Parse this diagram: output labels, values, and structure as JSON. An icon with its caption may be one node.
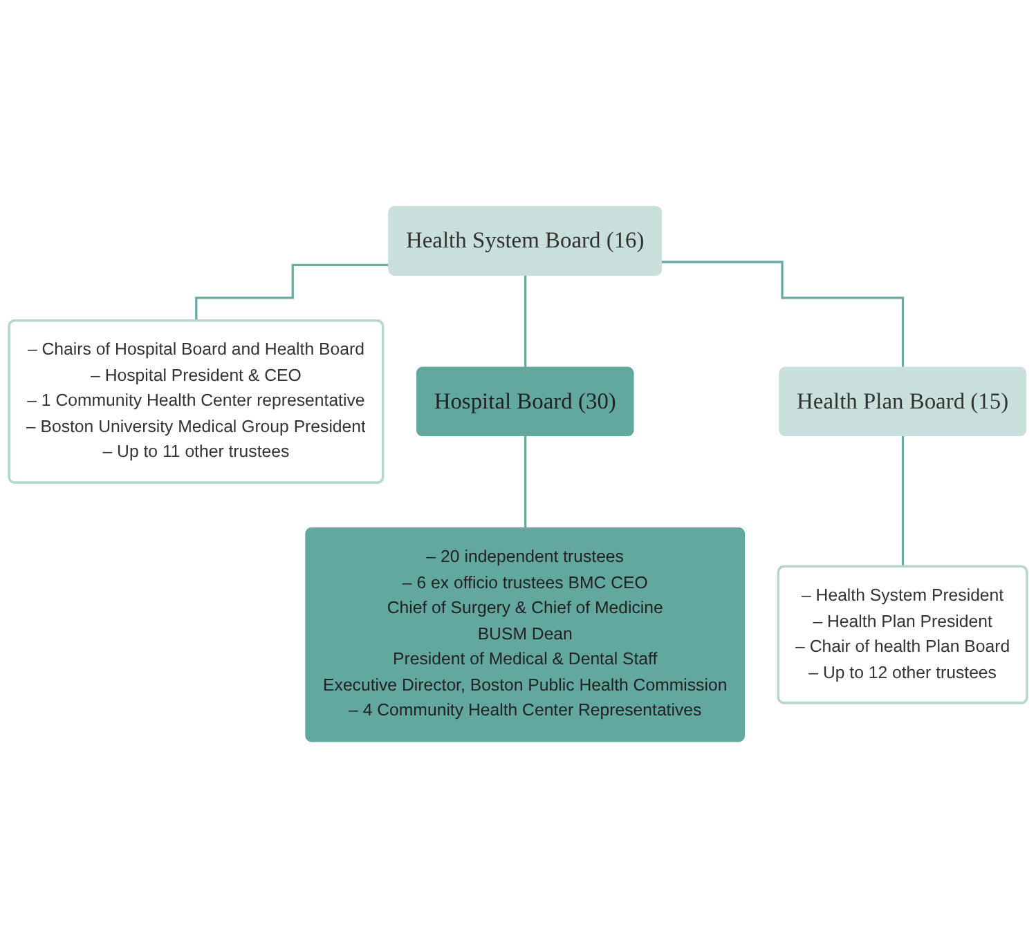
{
  "diagram": {
    "nodes": [
      {
        "text": [
          "Health System Board (16)"
        ]
      },
      {
        "text": [
          "– Chairs of Hospital Board and Health Board",
          "– Hospital President & CEO",
          "– 1 Community Health Center representative",
          "– Boston University Medical Group President",
          "– Up to 11 other trustees"
        ]
      },
      {
        "text": [
          "Hospital Board (30)"
        ]
      },
      {
        "text": [
          "Health Plan Board (15)"
        ]
      },
      {
        "text": [
          "– 20 independent trustees",
          "– 6 ex officio trustees BMC CEO",
          "Chief of Surgery & Chief of Medicine",
          "BUSM Dean",
          "President of Medical & Dental Staff",
          "Executive Director, Boston Public Health Commission",
          "– 4 Community Health Center Representatives"
        ]
      },
      {
        "text": [
          "– Health System President",
          "– Health Plan President",
          "– Chair of health Plan Board",
          "– Up to 12 other trustees"
        ]
      }
    ],
    "edges": [
      {
        "from": 0,
        "to": 1,
        "arrow": "none"
      },
      {
        "from": 0,
        "to": 2,
        "arrow": "none"
      },
      {
        "from": 0,
        "to": 3,
        "arrow": "none"
      },
      {
        "from": 2,
        "to": 4,
        "arrow": "none"
      },
      {
        "from": 3,
        "to": 5,
        "arrow": "none"
      }
    ]
  }
}
